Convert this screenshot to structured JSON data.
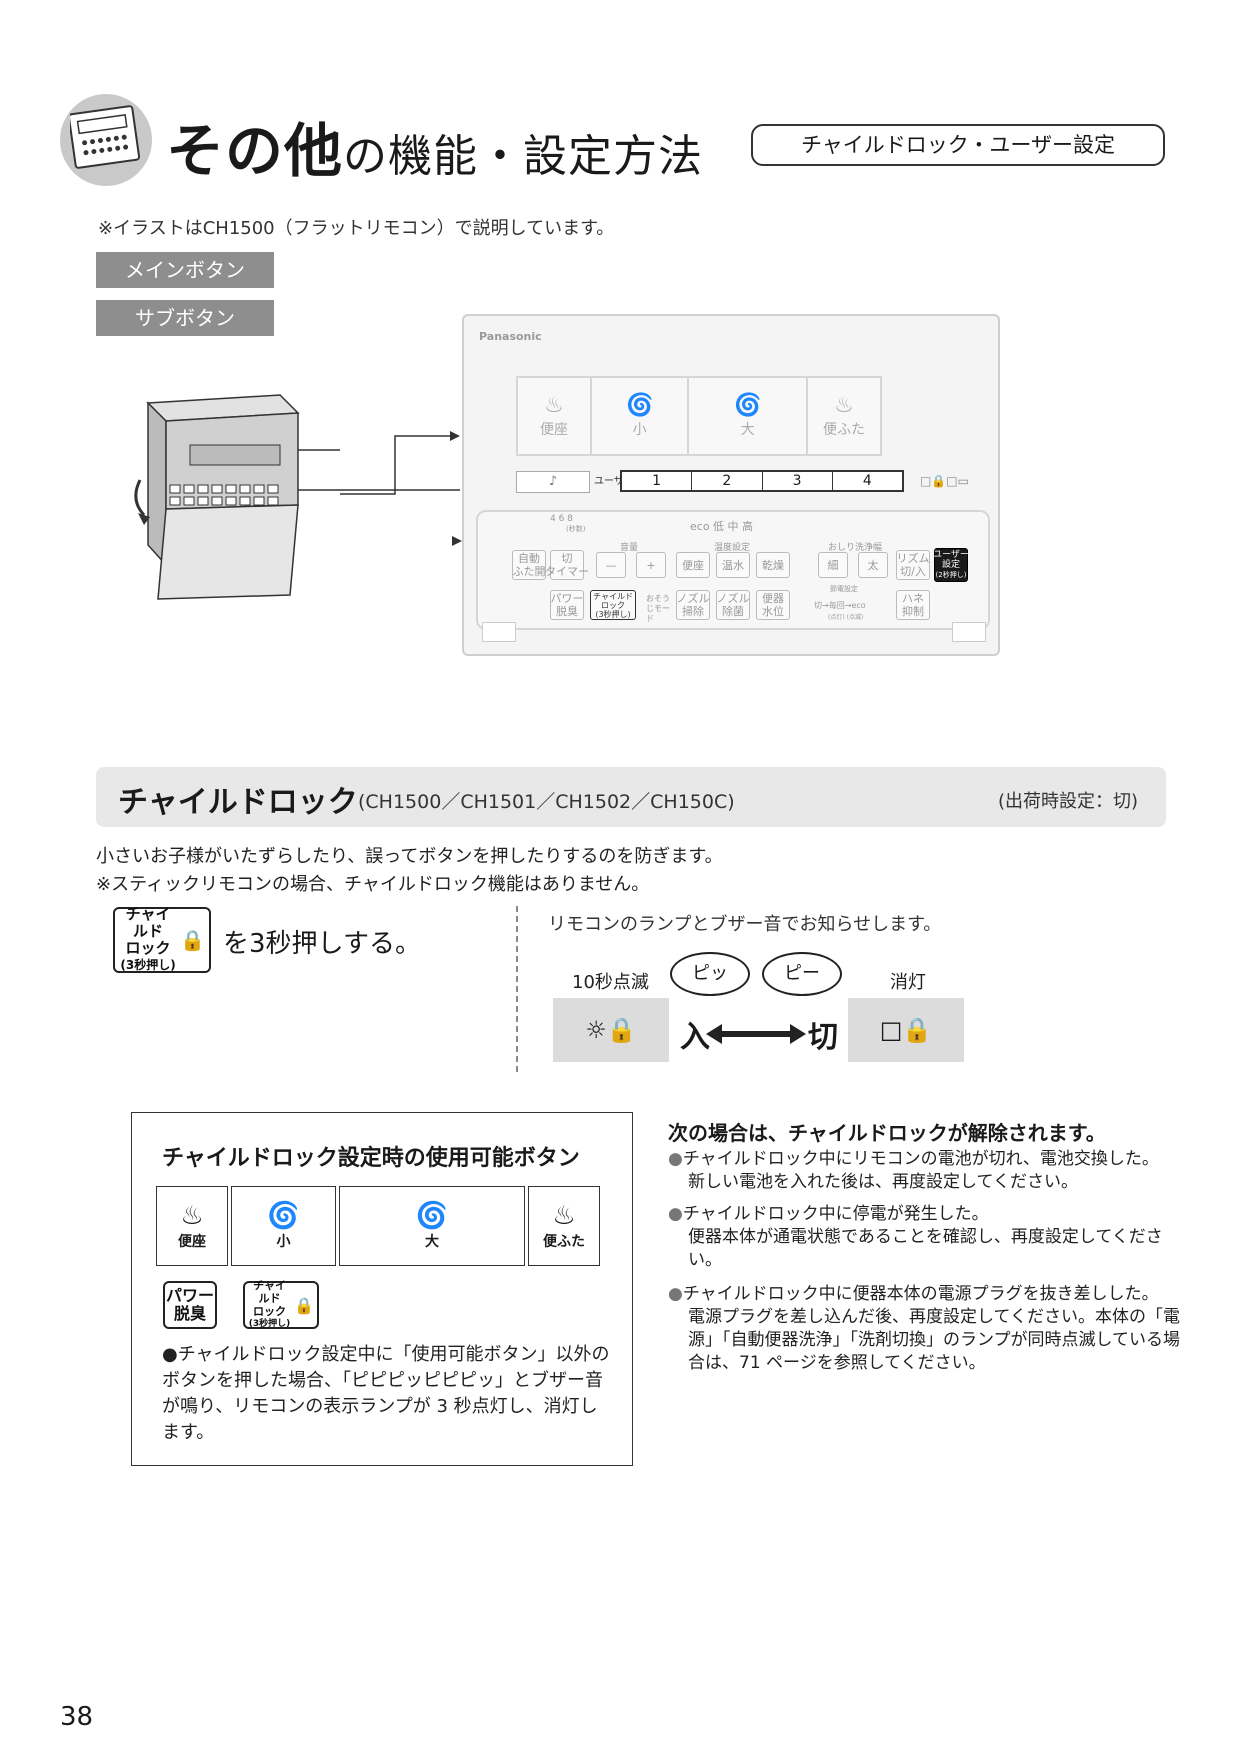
{
  "header": {
    "title_main": "その他",
    "title_sub": "の機能・設定方法",
    "badge": "チャイルドロック・ユーザー設定"
  },
  "note_top": "※イラストはCH1500（フラットリモコン）で説明しています。",
  "legend": {
    "main": "メインボタン",
    "sub": "サブボタン"
  },
  "remote": {
    "brand": "Panasonic",
    "top_buttons": [
      {
        "icon": "toilet-seat-icon",
        "glyph": "♨",
        "label": "便座"
      },
      {
        "icon": "swirl-small-icon",
        "glyph": "🌀",
        "label": "小"
      },
      {
        "icon": "swirl-large-icon",
        "glyph": "🌀",
        "label": "大"
      },
      {
        "icon": "toilet-lid-icon",
        "glyph": "♨",
        "label": "便ふた"
      }
    ],
    "note_key": "♪",
    "user_label": "ユーザー",
    "user_slots": [
      "1",
      "2",
      "3",
      "4"
    ],
    "sub": {
      "labels": {
        "volume_nums": "4 6 8",
        "seconds": "(秒数)",
        "volume": "音量",
        "eco_row": "eco 低 中 高",
        "temp_setting": "温度設定",
        "wash_width": "おしり洗浄幅",
        "interval": "節電設定",
        "cycle": "切→毎回→eco",
        "cycle_sub": "(点灯) (点滅)",
        "cleaning_mode": "おそうじモード"
      },
      "buttons": {
        "auto_lid": "自動\nふた開",
        "off_timer": "切\nタイマー",
        "minus": "—",
        "plus": "+",
        "seat": "便座",
        "warm_water": "温水",
        "dry": "乾燥",
        "narrow": "細",
        "wide": "太",
        "rhythm": "リズム\n切/入",
        "user_set": "ユーザー\n設定",
        "user_set_sub": "(2秒押し)",
        "power_deodor": "パワー\n脱臭",
        "child_lock": "チャイルド\nロック",
        "child_lock_sub": "(3秒押し)",
        "nozzle_clean": "ノズル\n掃除",
        "nozzle_sterilize": "ノズル\n除菌",
        "bowl_level": "便器\n水位",
        "splash": "ハネ\n抑制"
      }
    }
  },
  "child_lock": {
    "title": "チャイルドロック",
    "models": "(CH1500／CH1501／CH1502／CH150C)",
    "default": "(出荷時設定：切)",
    "desc1": "小さいお子様がいたずらしたり、誤ってボタンを押したりするのを防ぎます。",
    "desc2": "※スティックリモコンの場合、チャイルドロック機能はありません。",
    "key": {
      "line1": "チャイルド",
      "line2": "ロック",
      "line3": "(3秒押し)"
    },
    "press": "を3秒押しする。",
    "notify": "リモコンのランプとブザー音でお知らせします。",
    "blink": "10秒点滅",
    "beep_on": "ピッ",
    "beep_off": "ピー",
    "lamp_off": "消灯",
    "on": "入",
    "off": "切"
  },
  "usable": {
    "title": "チャイルドロック設定時の使用可能ボタン",
    "cells": [
      {
        "icon": "toilet-seat-icon",
        "glyph": "♨",
        "label": "便座"
      },
      {
        "icon": "swirl-small-icon",
        "glyph": "🌀",
        "label": "小"
      },
      {
        "icon": "swirl-large-icon",
        "glyph": "🌀",
        "label": "大"
      },
      {
        "icon": "toilet-lid-icon",
        "glyph": "♨",
        "label": "便ふた"
      }
    ],
    "power": "パワー\n脱臭",
    "note": "●チャイルドロック設定中に「使用可能ボタン」以外のボタンを押した場合、「ピピピッピピピッ」とブザー音が鳴り、リモコンの表示ランプが 3 秒点灯し、消灯します。"
  },
  "release": {
    "title": "次の場合は、チャイルドロックが解除されます。",
    "items": [
      {
        "head": "チャイルドロック中にリモコンの電池が切れ、電池交換した。",
        "body": "新しい電池を入れた後は、再度設定してください。"
      },
      {
        "head": "チャイルドロック中に停電が発生した。",
        "body": "便器本体が通電状態であることを確認し、再度設定してください。"
      },
      {
        "head": "チャイルドロック中に便器本体の電源プラグを抜き差しした。",
        "body": "電源プラグを差し込んだ後、再度設定してください。本体の「電源」「自動便器洗浄」「洗剤切換」のランプが同時点滅している場合は、71 ページを参照してください。"
      }
    ]
  },
  "page_number": "38"
}
